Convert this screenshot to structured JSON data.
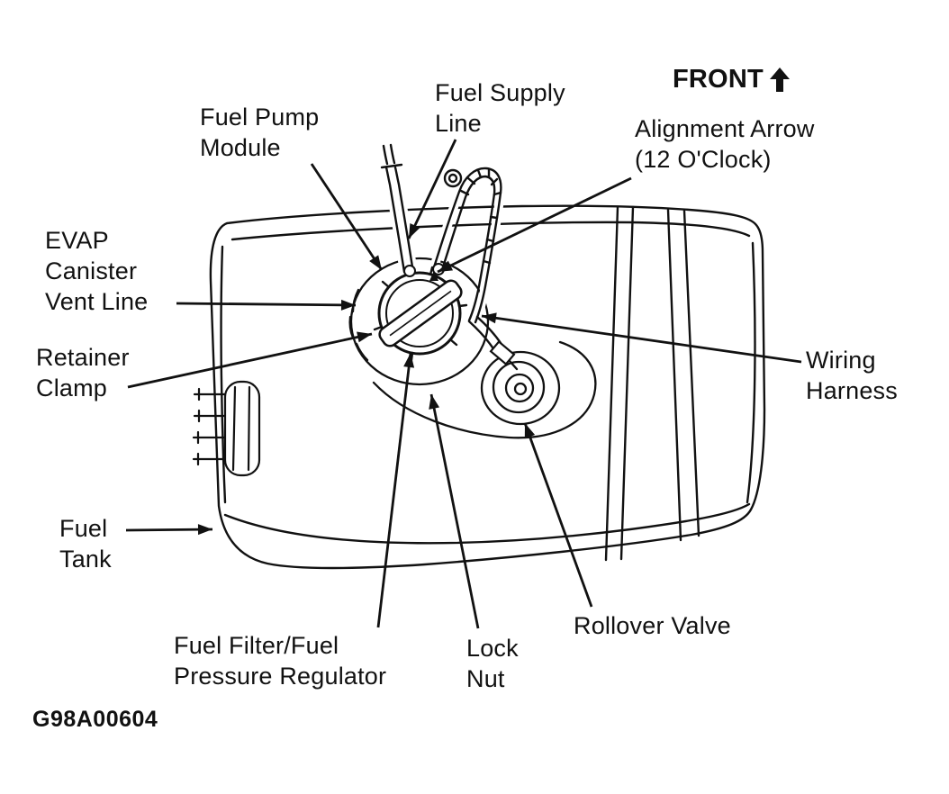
{
  "figure": {
    "front_heading": "FRONT",
    "code": "G98A00604"
  },
  "icons": {
    "front_arrow": "solid-up-arrow"
  },
  "colors": {
    "background": "#ffffff",
    "line_art": "#111111",
    "text": "#111111"
  },
  "labels": {
    "fuel_pump_module": "Fuel Pump\nModule",
    "fuel_supply_line": "Fuel Supply\nLine",
    "alignment_arrow": "Alignment Arrow\n(12 O'Clock)",
    "evap_canister_vent_line": "EVAP\nCanister\nVent Line",
    "retainer_clamp": "Retainer\nClamp",
    "wiring_harness": "Wiring\nHarness",
    "fuel_tank": "Fuel\nTank",
    "fuel_filter_pressure_regulator": "Fuel Filter/Fuel\nPressure Regulator",
    "lock_nut": "Lock\nNut",
    "rollover_valve": "Rollover Valve"
  }
}
